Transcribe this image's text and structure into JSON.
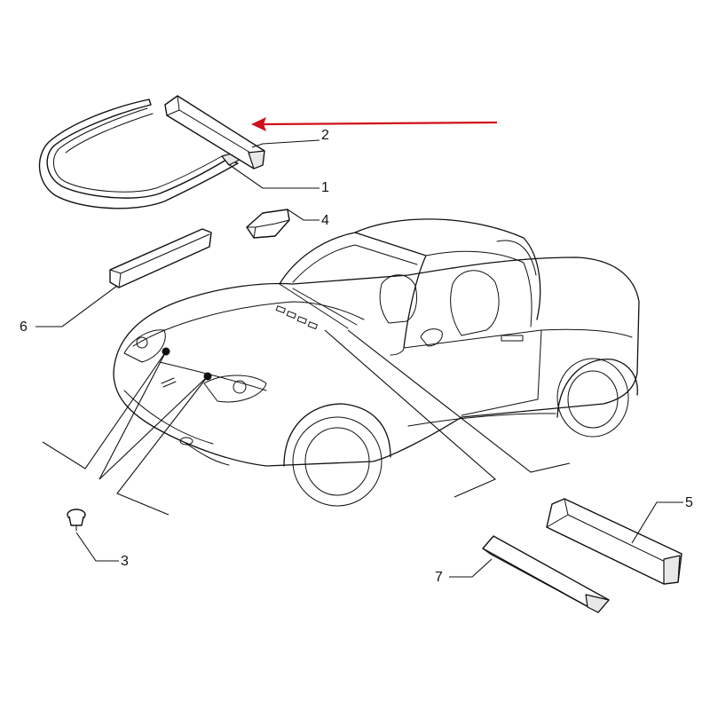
{
  "diagram": {
    "callouts": [
      {
        "id": "callout-1",
        "label": "1"
      },
      {
        "id": "callout-2",
        "label": "2"
      },
      {
        "id": "callout-3",
        "label": "3"
      },
      {
        "id": "callout-4",
        "label": "4"
      },
      {
        "id": "callout-5",
        "label": "5"
      },
      {
        "id": "callout-6",
        "label": "6"
      },
      {
        "id": "callout-7",
        "label": "7"
      }
    ],
    "highlight_arrow_color": "#d0101a",
    "line_color": "#111111"
  }
}
